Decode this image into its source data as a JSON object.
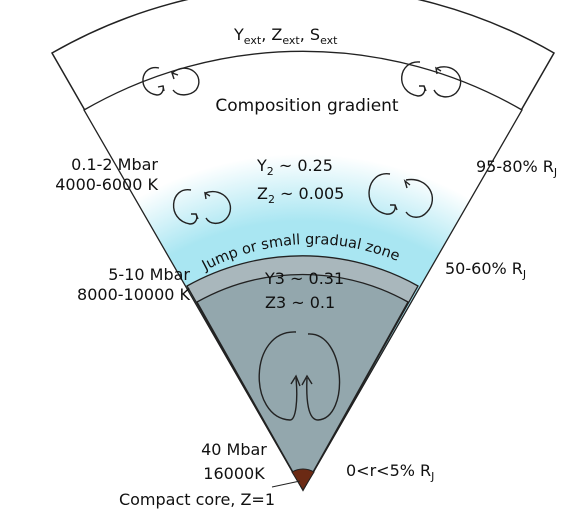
{
  "outer_layer": {
    "y": "Y",
    "z": "Z",
    "s": "S",
    "subscript": "ext",
    "separator": ", "
  },
  "gradient_layer": {
    "label": "Composition gradient"
  },
  "upper_envelope": {
    "y_label": "Y",
    "y_sub": "2",
    "y_value": " ~ 0.25",
    "z_label": "Z",
    "z_sub": "2",
    "z_value": " ~ 0.005"
  },
  "transition_zone": {
    "label": "Jump or small gradual zone"
  },
  "lower_envelope": {
    "y_line": "Y3 ~ 0.31",
    "z_line": "Z3 ~ 0.1"
  },
  "left_labels": {
    "upper_pressure": "0.1-2 Mbar",
    "upper_temperature": "4000-6000 K",
    "lower_pressure": "5-10 Mbar",
    "lower_temperature": "8000-10000 K",
    "core_pressure": "40 Mbar",
    "core_temperature": "16000K",
    "core_label": "Compact core, Z=1"
  },
  "right_labels": {
    "upper_radius": "95-80% R",
    "lower_radius": "50-60% R",
    "core_radius": "0<r<5% R",
    "radius_sub": "J"
  },
  "colors": {
    "gradient_layer": "#d6f4fb",
    "upper_envelope": "#a9e6f2",
    "transition_zone": "#a9b7bc",
    "lower_envelope": "#93a7ad",
    "core": "#6b2a14",
    "outline": "#222222"
  }
}
